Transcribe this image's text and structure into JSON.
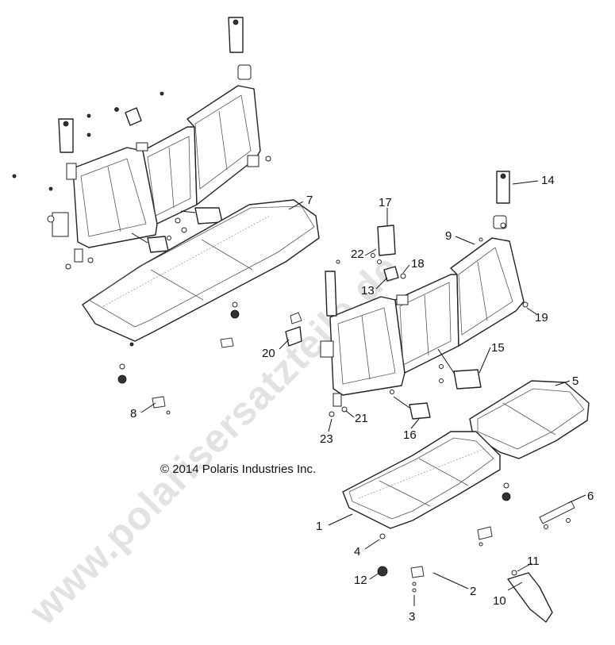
{
  "copyright": "© 2014 Polaris Industries Inc.",
  "watermark": "www.polarisersatzteile.de",
  "callouts": {
    "c1": "1",
    "c2": "2",
    "c3": "3",
    "c4": "4",
    "c5": "5",
    "c6": "6",
    "c7": "7",
    "c8": "8",
    "c9": "9",
    "c10": "10",
    "c11": "11",
    "c12": "12",
    "c13": "13",
    "c14": "14",
    "c15": "15",
    "c16": "16",
    "c17": "17",
    "c18": "18",
    "c19": "19",
    "c20": "20",
    "c21": "21",
    "c22": "22",
    "c23": "23"
  }
}
